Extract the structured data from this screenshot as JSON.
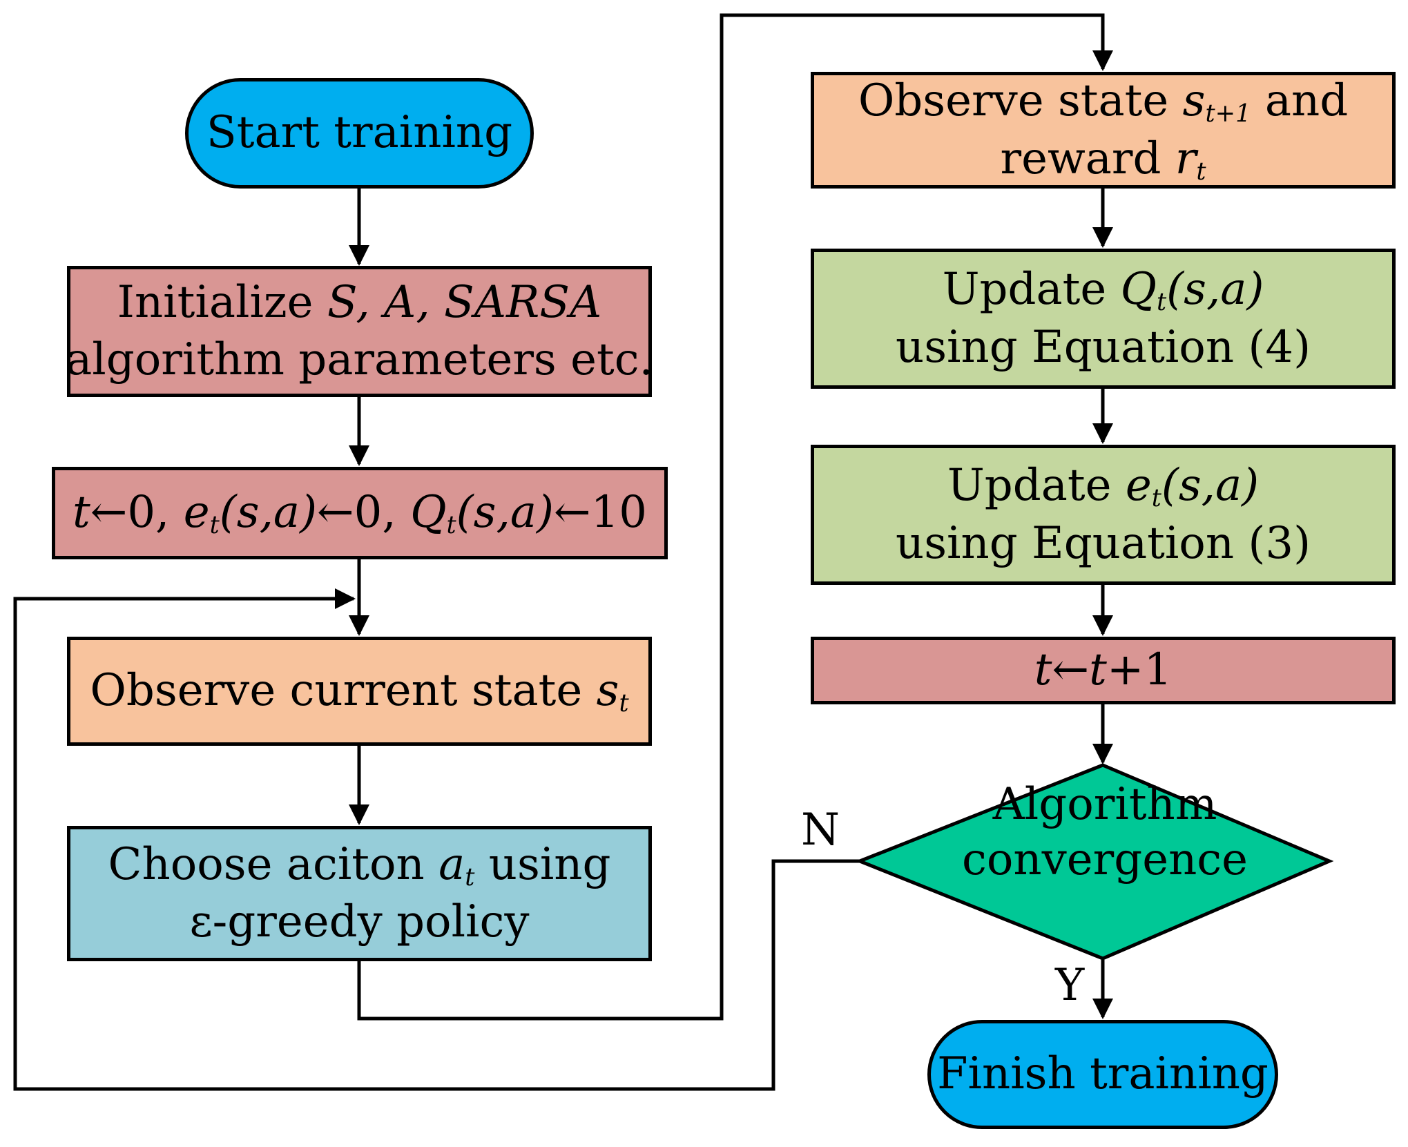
{
  "colors": {
    "terminal": "#00AEEF",
    "init": "#D99694",
    "observe": "#F8C39D",
    "choose": "#96CDD9",
    "update": "#C4D79F",
    "decision": "#00C896",
    "line": "#000000"
  },
  "nodes": {
    "start": "Start training",
    "init": {
      "pre": "Initialize ",
      "vars": "S, A, SARSA",
      "line2": "algorithm parameters etc."
    },
    "assign": {
      "t": "t",
      "arrow": "←",
      "zero": "0, ",
      "e": "e",
      "sub_t": "t",
      "sa": "(s,a)",
      "zero2": "0, ",
      "q": "Q",
      "ten": "10"
    },
    "observe_current": {
      "text": "Observe current state ",
      "s": "s",
      "sub": "t"
    },
    "choose": {
      "pre": "Choose aciton ",
      "a": "a",
      "sub": "t",
      "post": " using",
      "line2": "ε-greedy policy"
    },
    "observe_next": {
      "text": "Observe state ",
      "s": "s",
      "sub": "t+1",
      "post": " and",
      "line2": "reward ",
      "r": "r",
      "rsub": "t"
    },
    "update_q": {
      "pre": "Update ",
      "q": "Q",
      "sub": "t",
      "sa": "(s,a)",
      "line2": "using  Equation (4)"
    },
    "update_e": {
      "pre": "Update  ",
      "e": "e",
      "sub": "t",
      "sa": "(s,a)",
      "line2": "using  Equation (3)"
    },
    "increment": {
      "t": "t",
      "arrow": "←",
      "t2": "t",
      "plus": "+1"
    },
    "decision": {
      "line1": "Algorithm",
      "line2": "convergence"
    },
    "finish": "Finish training"
  },
  "edge_labels": {
    "no": "N",
    "yes": "Y"
  }
}
